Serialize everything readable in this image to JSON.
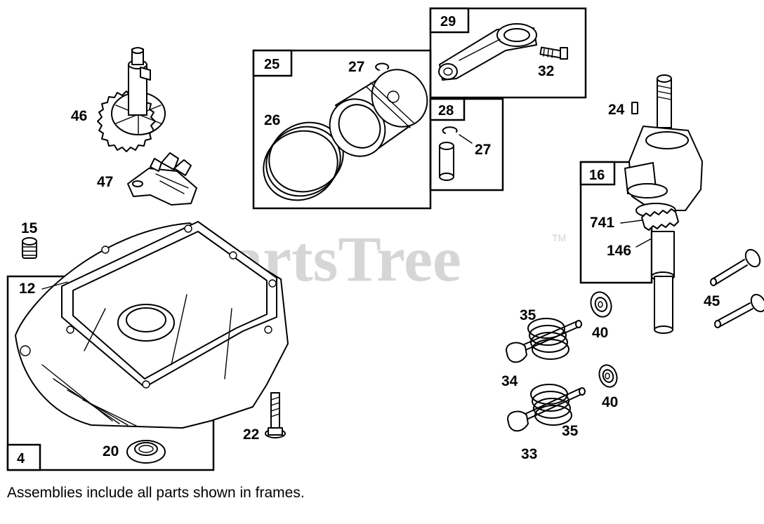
{
  "watermark": "PartsTree",
  "watermark_tm": "TM",
  "footnote": "Assemblies include all parts shown in frames.",
  "frames": {
    "f25": "25",
    "f29": "29",
    "f28": "28",
    "f16": "16",
    "f4": "4"
  },
  "labels": {
    "p46": "46",
    "p47": "47",
    "p15": "15",
    "p12": "12",
    "p20": "20",
    "p22": "22",
    "p27a": "27",
    "p26": "26",
    "p32": "32",
    "p27b": "27",
    "p24": "24",
    "p741": "741",
    "p146": "146",
    "p45": "45",
    "p35a": "35",
    "p40a": "40",
    "p34": "34",
    "p40b": "40",
    "p35b": "35",
    "p33": "33"
  }
}
